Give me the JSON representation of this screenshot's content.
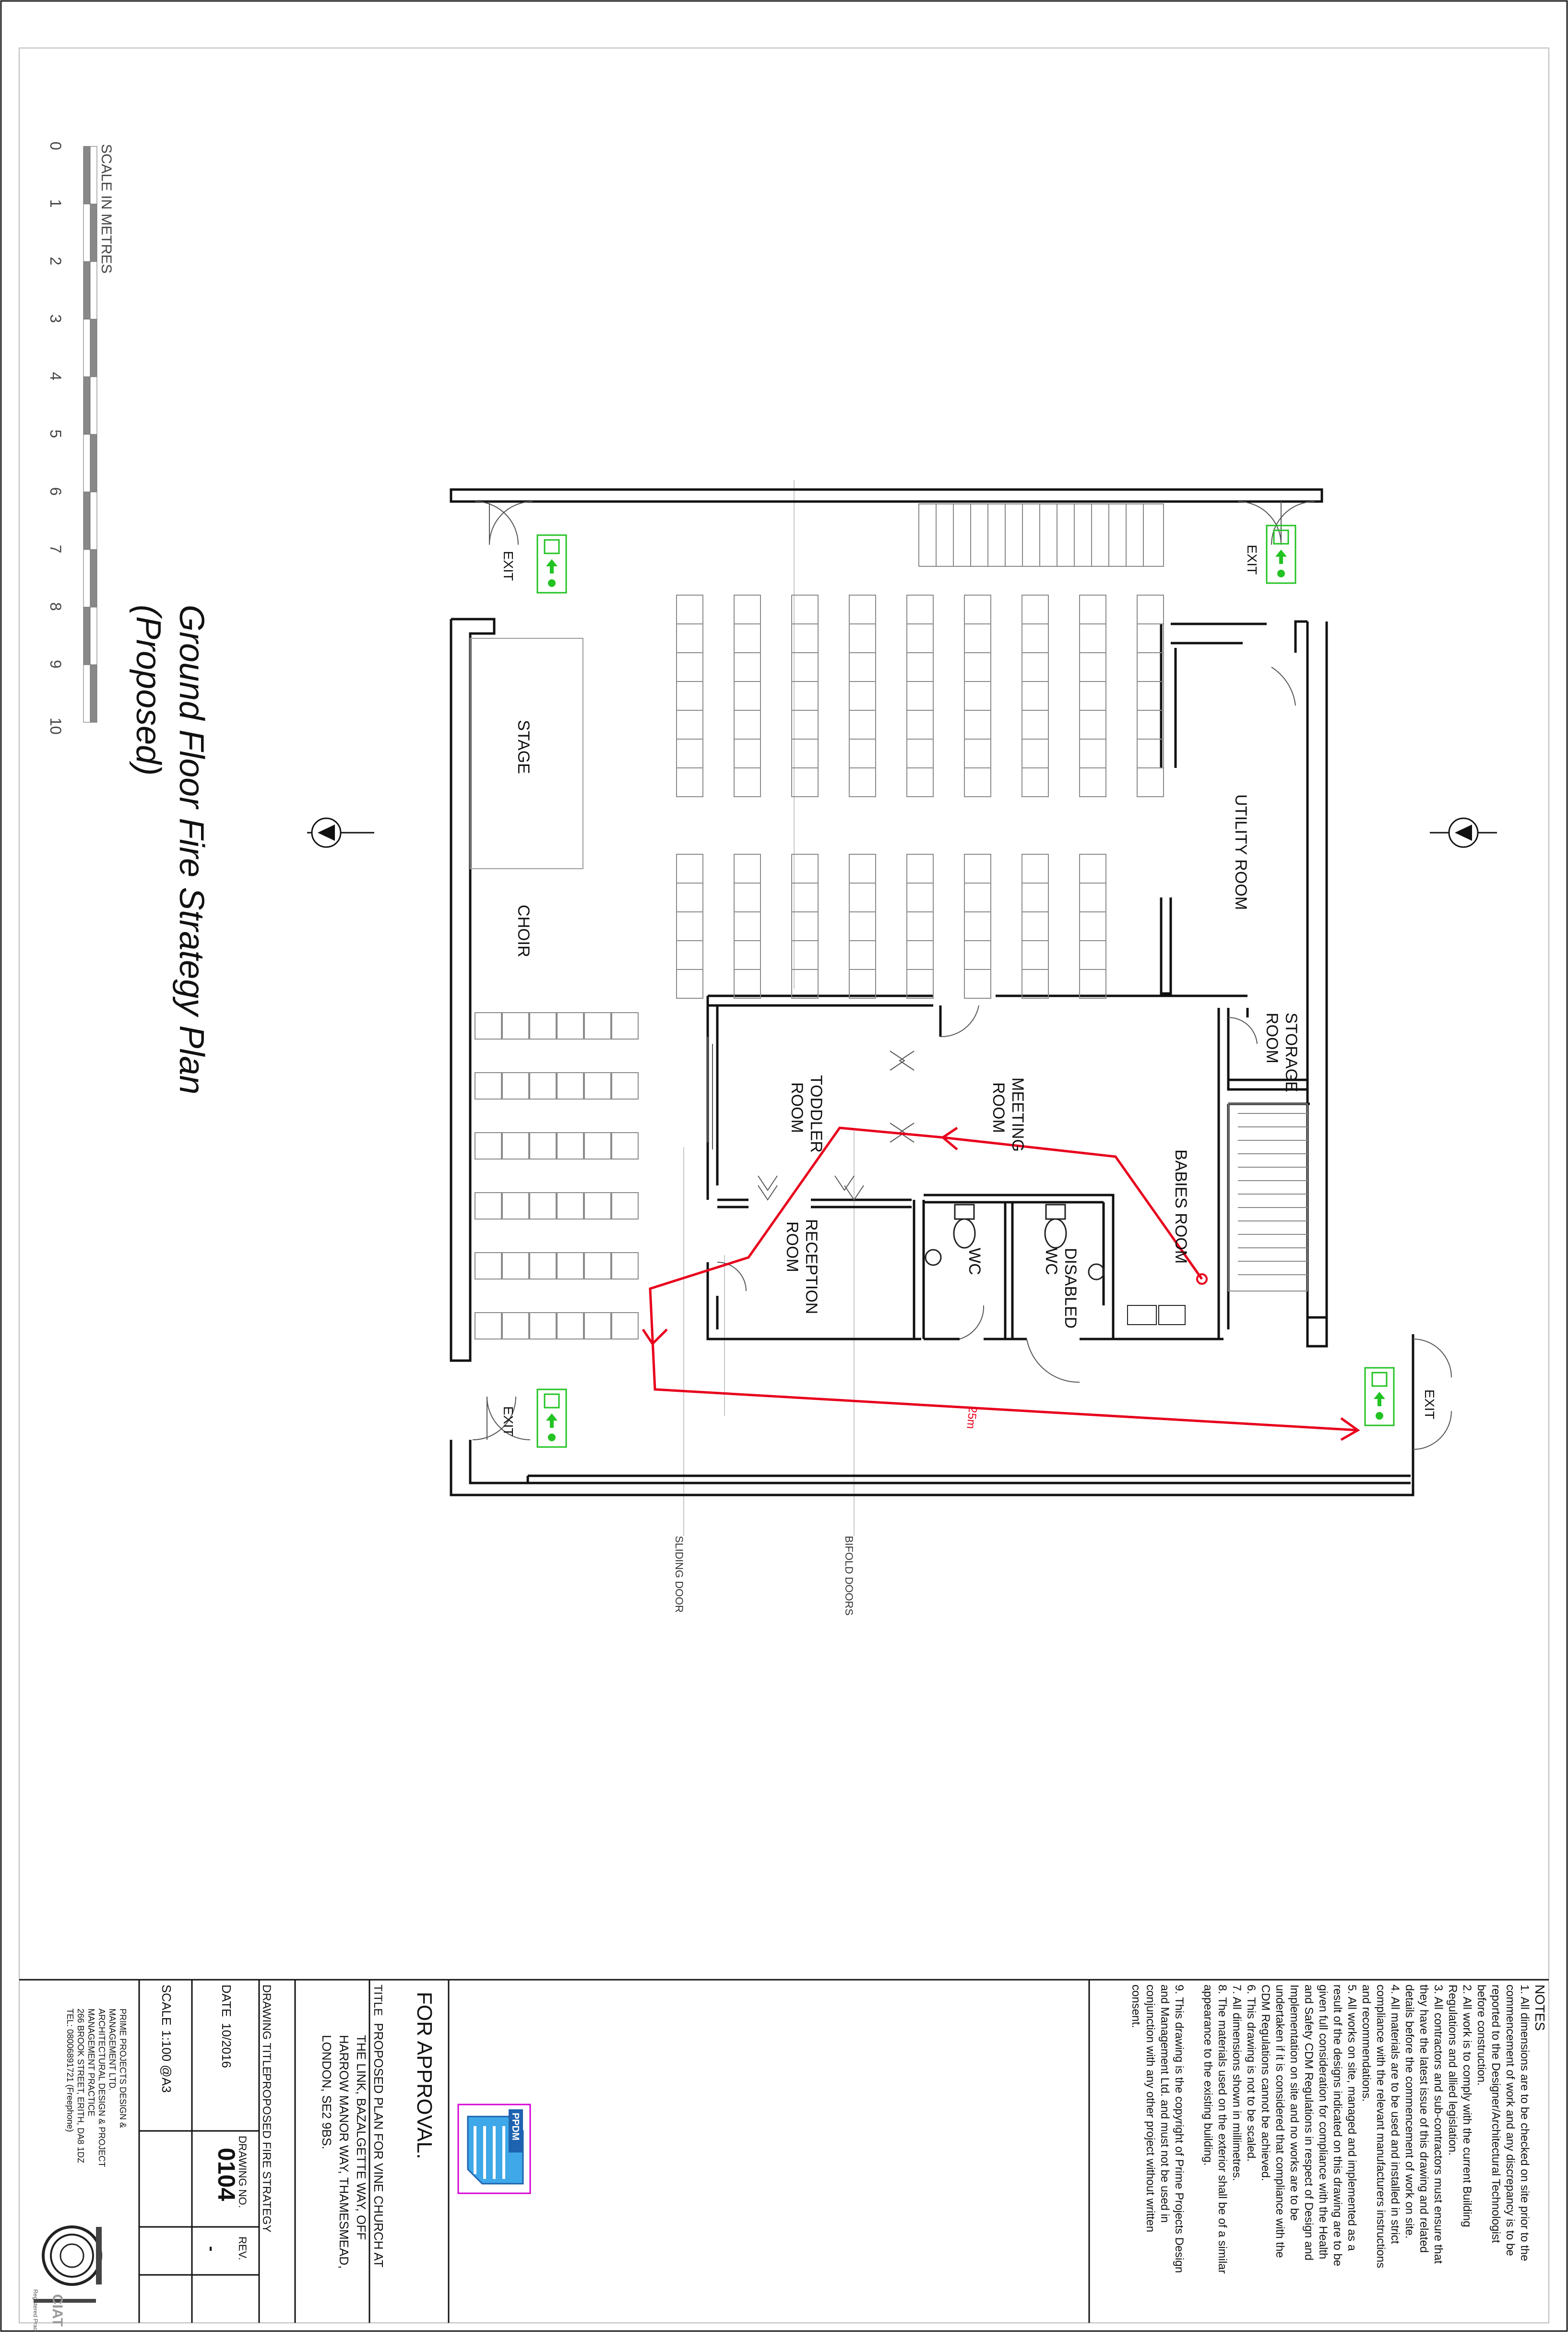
{
  "scale_bar": {
    "title": "SCALE IN METRES",
    "ticks": [
      "0",
      "1",
      "2",
      "3",
      "4",
      "5",
      "6",
      "7",
      "8",
      "9",
      "10"
    ]
  },
  "drawing": {
    "title_line1": "Ground Floor Fire Strategy Plan",
    "title_line2": "(Proposed)"
  },
  "rooms": {
    "stage": "STAGE",
    "choir": "CHOIR",
    "utility": "UTILITY ROOM",
    "storage_l1": "STORAGE",
    "storage_l2": "ROOM",
    "meeting_l1": "MEETING",
    "meeting_l2": "ROOM",
    "toddler_l1": "TODDLER",
    "toddler_l2": "ROOM",
    "babies": "BABIES ROOM",
    "reception_l1": "RECEPTION",
    "reception_l2": "ROOM",
    "wc": "WC",
    "disabled_l1": "DISABLED",
    "disabled_l2": "WC"
  },
  "exits": [
    "EXIT",
    "EXIT",
    "EXIT",
    "EXIT"
  ],
  "annotations": {
    "sliding_door": "SLIDING DOOR",
    "bifold_doors": "BIFOLD DOORS",
    "distance": "25m"
  },
  "colors": {
    "escape_route": "#e8001c",
    "exit_sign": "#22c322",
    "walls": "#111111",
    "furniture": "#8a8a8a"
  },
  "notes": {
    "heading": "NOTES",
    "lines": [
      "1. All dimensions are to be checked on site prior to the",
      "commencement of work and any discrepancy is to be",
      "reported to the Designer/Architectural Technologist",
      "before construction.",
      "2. All work is to comply with the current Building",
      "Regulations and allied legislation.",
      "3. All contractors and sub-contractors must ensure that",
      "they have the latest issue of this drawing and related",
      "details before the commencement of work on site.",
      "4. All materials are to be used and installed in strict",
      "compliance with the relevant manufacturers instructions",
      "and recommendations.",
      "5. All works on site, managed and implemented as a",
      "result of the designs indicated on this drawing are to be",
      "given full consideration for compliance with the Health",
      "and Safety CDM Regulations in respect of Design and",
      "Implementation on site and no works are to be",
      "undertaken if it is considered that compliance with the",
      "CDM Regulations cannot be achieved.",
      "6. This drawing is not to be scaled.",
      "7. All dimensions shown in millimetres.",
      "8. The materials used on the exterior shall be of a similar",
      "appearance to the existing building.",
      "",
      "9. This drawing is the copyright of Prime Projects Design",
      "and Management Ltd. and must not be used in",
      "conjunction with any other project without written",
      "consent."
    ]
  },
  "title_block": {
    "status": "FOR APPROVAL.",
    "logo_text": "PPDM",
    "title_label": "TITLE",
    "title_lines": [
      "PROPOSED PLAN FOR VINE CHURCH AT",
      "THE LINK, BAZALGETTE WAY, OFF",
      "HARROW MANOR WAY, THAMESMEAD,",
      "LONDON, SE2 9BS."
    ],
    "drawing_title_label": "DRAWING TITLE",
    "drawing_title_value": "PROPOSED FIRE STRATEGY",
    "date_label": "DATE",
    "date_value": "10/2016",
    "drawing_no_label": "DRAWING NO.",
    "drawing_no_value": "0104",
    "rev_label": "REV.",
    "rev_value": "-",
    "scale_label": "SCALE",
    "scale_value": "1:100 @A3",
    "company_lines": [
      "PRIME PROJECTS DESIGN &",
      "MANAGEMENT LTD.",
      "ARCHITECTURAL DESIGN & PROJECT",
      "MANAGEMENT PRACTICE",
      "266 BROOK STREET, ERITH, DA8 1DZ",
      "TEL: 08006891721 (Freephone)"
    ],
    "ciat_text": "CIAT",
    "ciat_sub": "Registered Practice"
  }
}
